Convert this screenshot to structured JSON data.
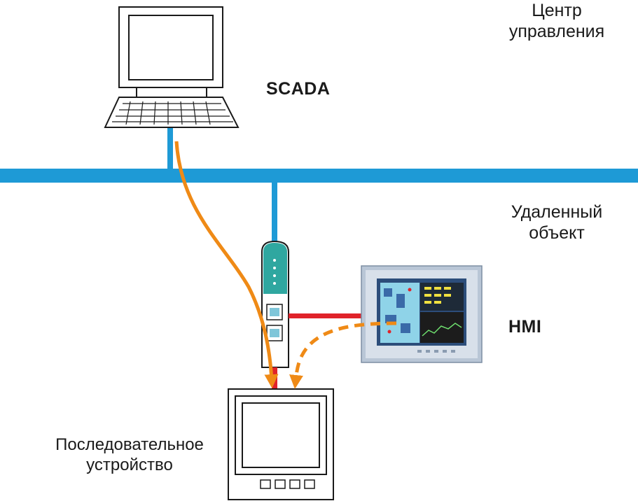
{
  "labels": {
    "control_center": "Центр\nуправления",
    "scada": "SCADA",
    "remote_site": "Удаленный\nобъект",
    "hmi": "HMI",
    "serial_device": "Последовательное\nустройство"
  },
  "colors": {
    "network": "#1e9ad6",
    "serial": "#e0232a",
    "dataflow": "#ef8a16",
    "hmi_frame": "#b9c6d6"
  }
}
